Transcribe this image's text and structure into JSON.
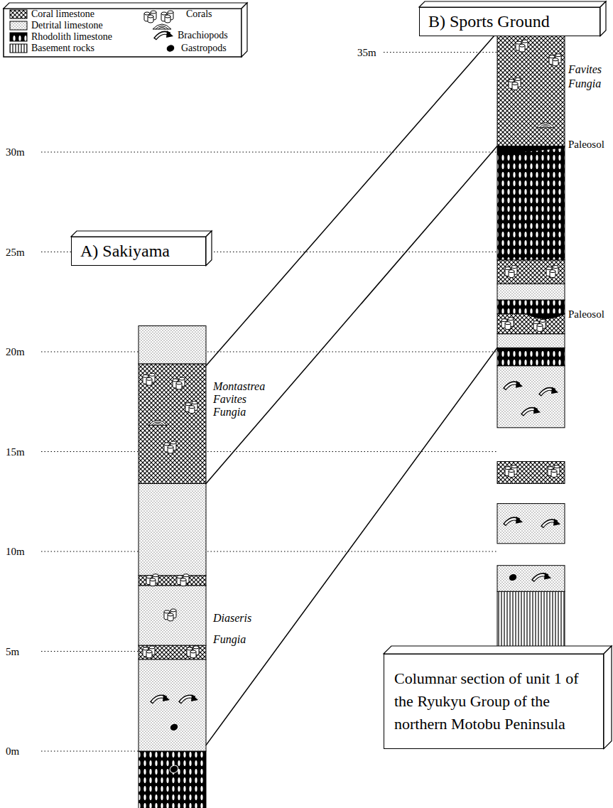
{
  "diagram": {
    "nodes": [
      {
        "text": [
          "B) Sports Ground"
        ]
      },
      {
        "text": [
          "A) Sakiyama"
        ]
      },
      {
        "text": [
          "Columnar section of unit 1 of the Ryukyu Group of the northern Motobu Peninsula"
        ]
      }
    ],
    "labels": [
      "35m",
      "30m",
      "25m",
      "20m",
      "15m",
      "10m",
      "5m",
      "0m",
      "Favites Fungia",
      "Paleosol",
      "Paleosol",
      "Montastrea Favites Fungia",
      "Diaseris Fungia"
    ],
    "legend": [
      {
        "text": "Coral limestone"
      },
      {
        "text": "Detrital limestone"
      },
      {
        "text": "Rhodolith limestone"
      },
      {
        "text": "Basement rocks"
      },
      {
        "text": "Corals"
      },
      {
        "text": "Brachiopods"
      },
      {
        "text": "Gastropods"
      }
    ]
  }
}
